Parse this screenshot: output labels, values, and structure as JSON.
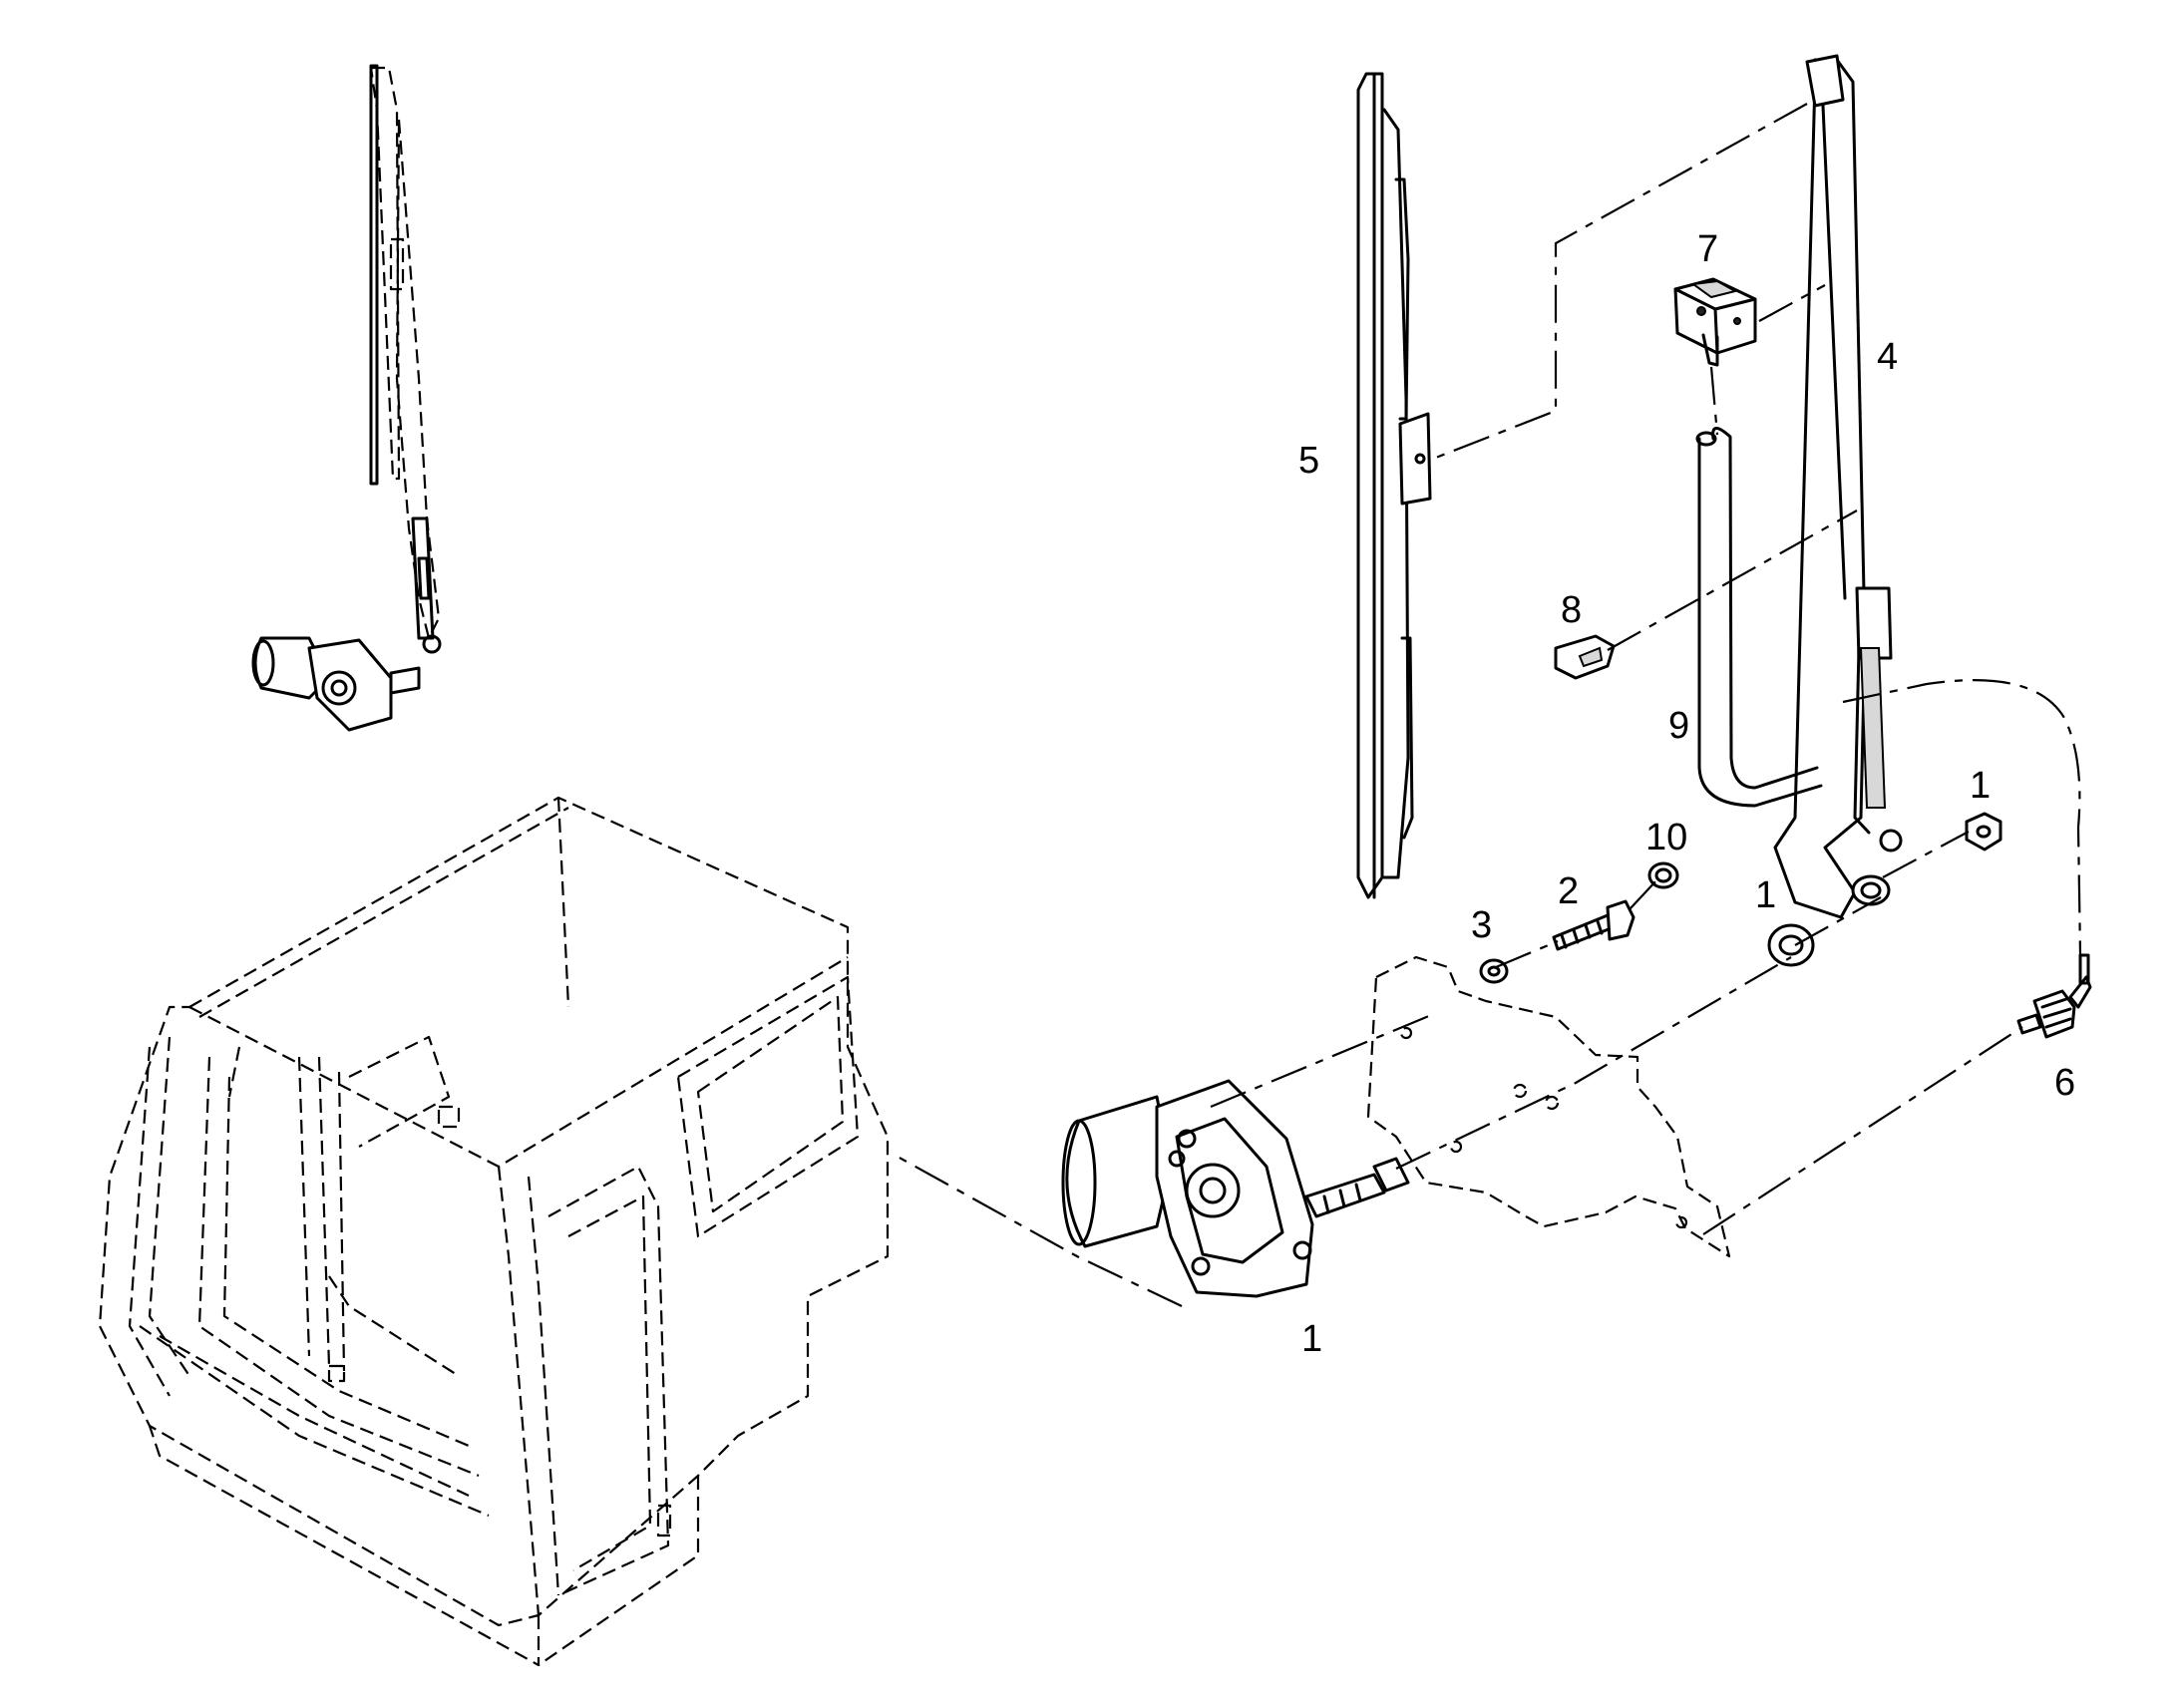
{
  "callouts": {
    "motor": "1",
    "nut": "1",
    "washer": "1",
    "screw": "2",
    "lock_washer": "3",
    "wiper_arm": "4",
    "wiper_blade": "5",
    "hose_fitting": "6",
    "nozzle": "7",
    "clip": "8",
    "hose": "9",
    "cap": "10"
  }
}
